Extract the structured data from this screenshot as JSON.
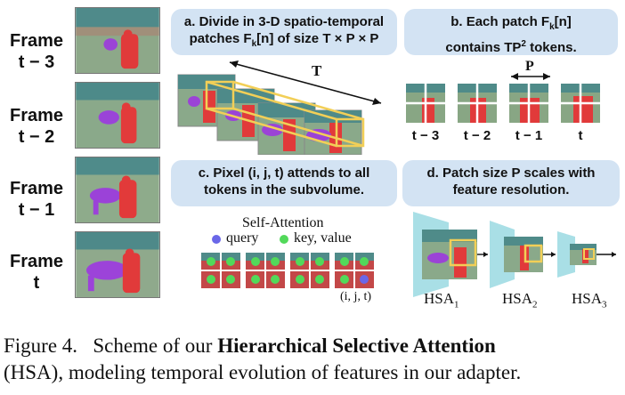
{
  "frames": [
    {
      "word": "Frame",
      "index": "t − 3"
    },
    {
      "word": "Frame",
      "index": "t − 2"
    },
    {
      "word": "Frame",
      "index": "t − 1"
    },
    {
      "word": "Frame",
      "index": "t"
    }
  ],
  "panels": {
    "a": {
      "line1": "a. Divide in 3-D spatio-temporal",
      "line2": "patches F",
      "line2_sub": "k",
      "line2_rest": "[n] of size T × P × P",
      "axis_label": "T"
    },
    "b": {
      "line1": "b. Each patch F",
      "line1_sub": "k",
      "line1_rest": "[n]",
      "line2": "contains TP",
      "line2_sup": "2",
      "line2_rest": " tokens.",
      "axis_label": "P",
      "labels": [
        "t − 3",
        "t − 2",
        "t − 1",
        "t"
      ]
    },
    "c": {
      "line1": "c. Pixel (i, j, t) attends to all",
      "line2": "tokens in the subvolume.",
      "self_attention": "Self-Attention",
      "legend_query": "query",
      "legend_kv": "key, value",
      "ijt": "(i, j, t)"
    },
    "d": {
      "line1": "d. Patch size P scales with",
      "line2": "feature resolution.",
      "hsa": [
        {
          "base": "HSA",
          "sub": "1"
        },
        {
          "base": "HSA",
          "sub": "2"
        },
        {
          "base": "HSA",
          "sub": "3"
        }
      ]
    }
  },
  "caption": {
    "prefix": "Figure 4.",
    "text1": "Scheme of our",
    "bold": "Hierarchical Selective Attention",
    "text2": "(HSA), modeling temporal evolution of features in our adapter."
  },
  "colors": {
    "panel_bg": "#d3e3f3",
    "patch_box": "#f2cf57",
    "query": "#6a67e8",
    "key_value": "#52d95a",
    "trapezoid": "#a9dfe6"
  }
}
